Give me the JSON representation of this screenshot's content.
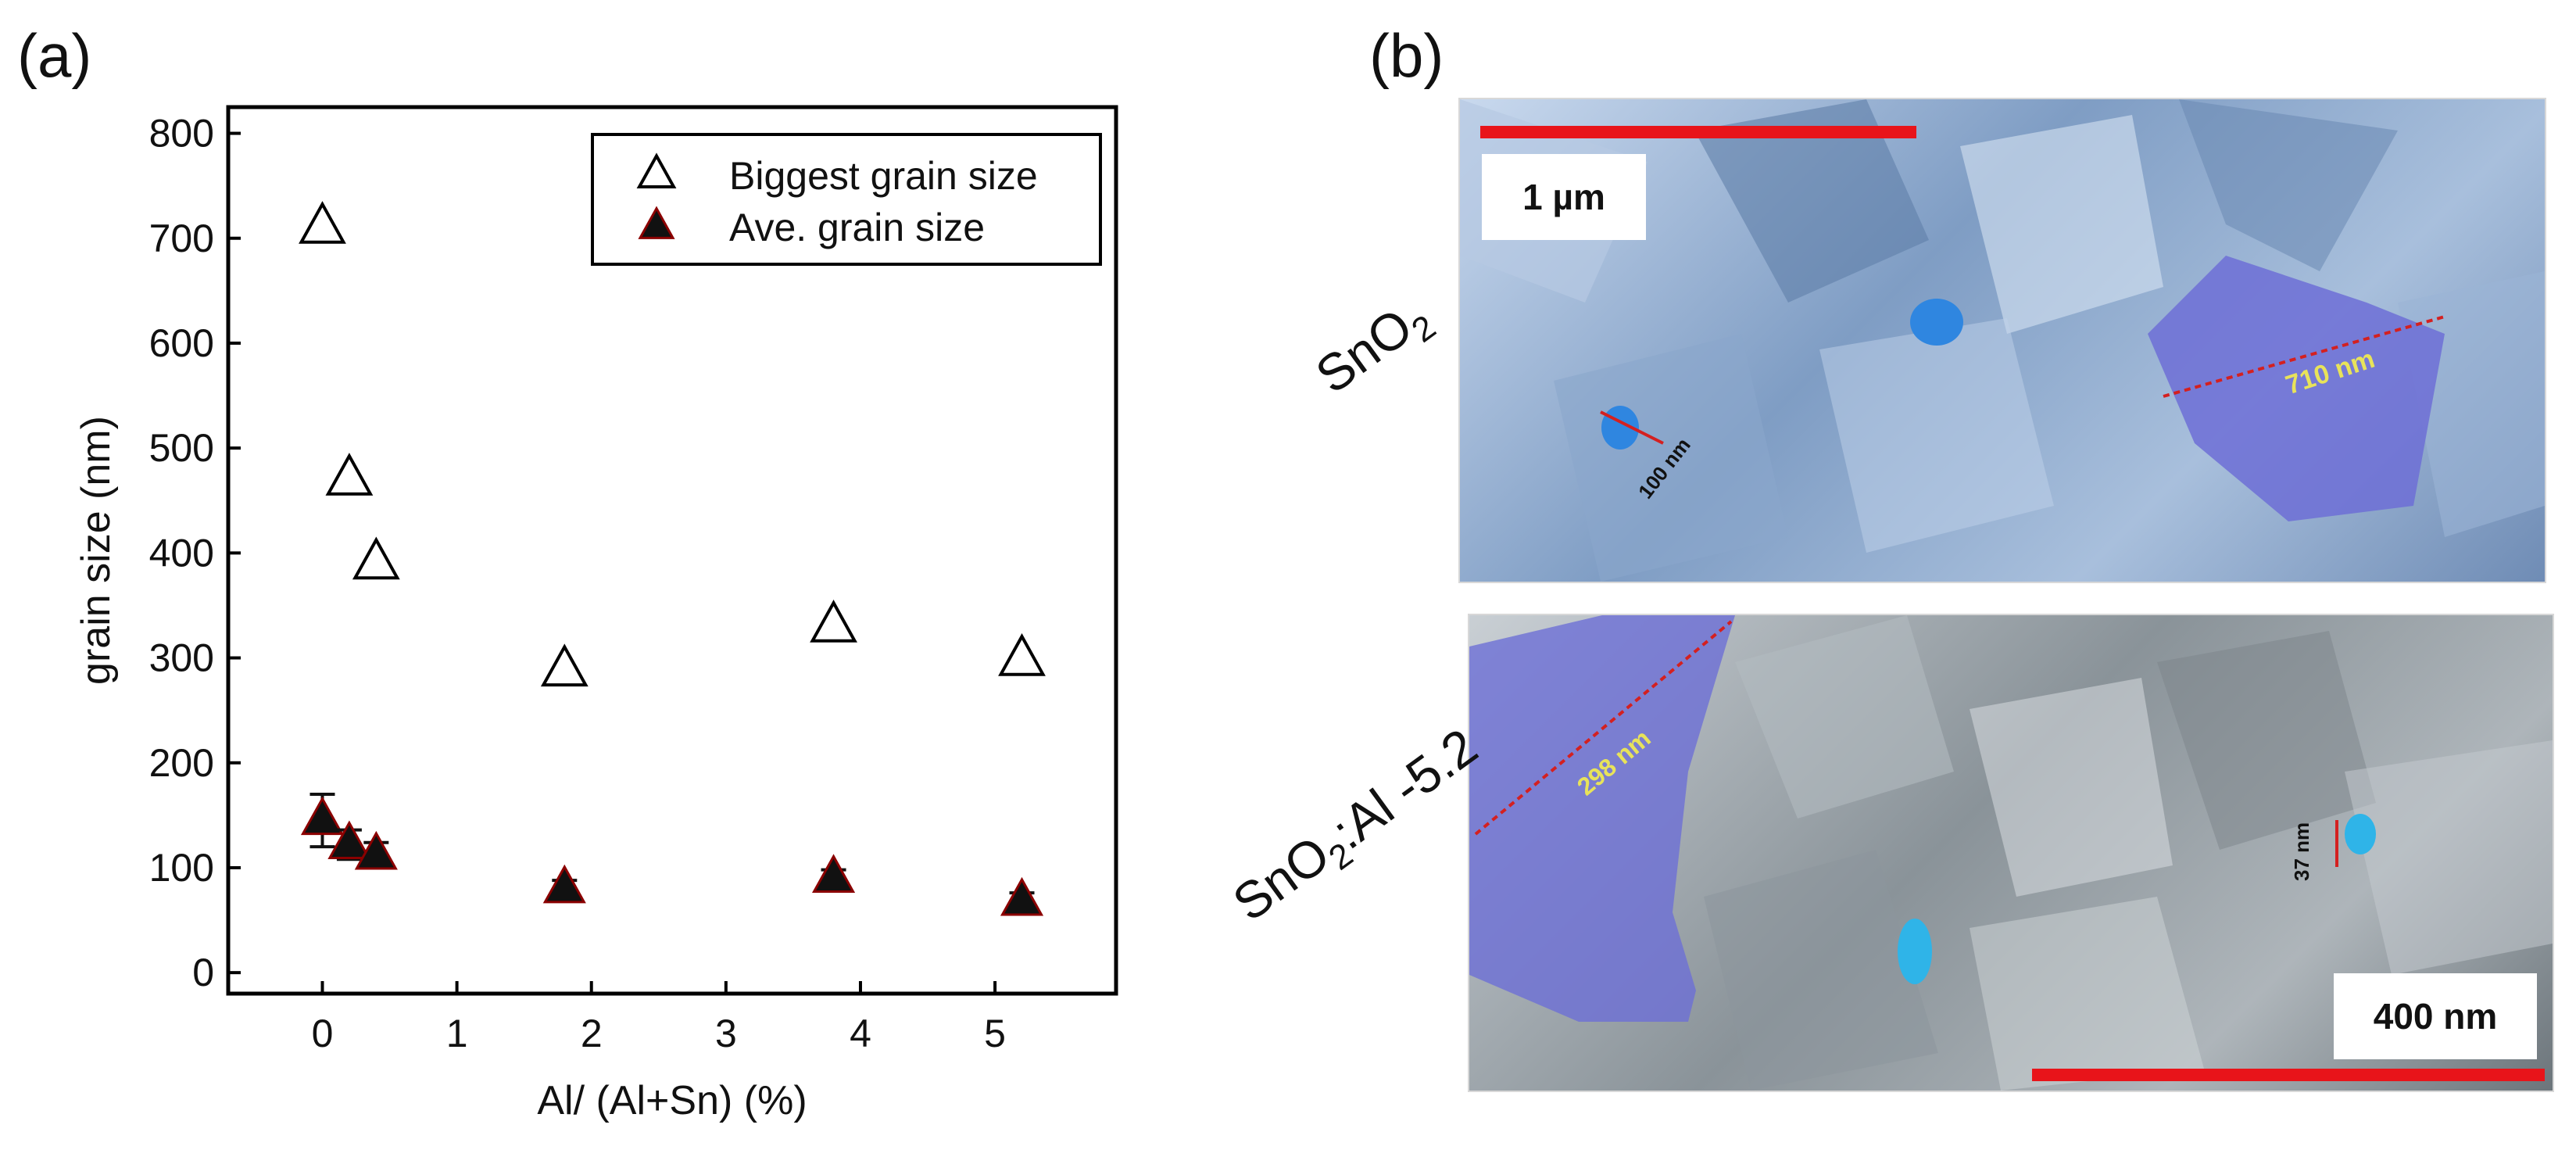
{
  "panel_a_label": "(a)",
  "panel_b_label": "(b)",
  "colors": {
    "axis": "#000000",
    "marker_open_edge": "#000000",
    "marker_filled": "#111111",
    "marker_filled_edge": "#8b0000",
    "scalebar": "#e8141a",
    "measure_arrow": "#d42020",
    "measure_text": "#e8e35a",
    "grain_highlight_violet": "#6d6fd6",
    "grain_highlight_blue": "#2f86e0"
  },
  "chart_data": {
    "type": "scatter",
    "xlabel": "Al/ (Al+Sn) (%)",
    "ylabel": "grain size (nm)",
    "xlim": [
      -0.7,
      5.9
    ],
    "ylim": [
      -20,
      825
    ],
    "xticks": [
      0,
      1,
      2,
      3,
      4,
      5
    ],
    "yticks": [
      0,
      100,
      200,
      300,
      400,
      500,
      600,
      700,
      800
    ],
    "grid": false,
    "legend_position": "top-right",
    "series": [
      {
        "name": "Biggest grain size",
        "marker": "open-triangle",
        "x": [
          0,
          0.2,
          0.4,
          1.8,
          3.8,
          5.2
        ],
        "y": [
          710,
          470,
          390,
          288,
          330,
          298
        ]
      },
      {
        "name": "Ave. grain size",
        "marker": "filled-triangle",
        "x": [
          0,
          0.2,
          0.4,
          1.8,
          3.8,
          5.2
        ],
        "y": [
          145,
          122,
          112,
          80,
          90,
          68
        ],
        "yerr": [
          25,
          14,
          12,
          8,
          8,
          8
        ]
      }
    ]
  },
  "sem": {
    "top": {
      "sample_label_main": "SnO",
      "sample_label_sub": "2",
      "scale_label": "1 µm",
      "measure_big": "710 nm",
      "measure_small": "100 nm"
    },
    "bottom": {
      "sample_label_main": "SnO",
      "sample_label_sub": "2",
      "sample_label_rest": ":Al -5.2",
      "scale_label": "400 nm",
      "measure_big": "298 nm",
      "measure_small": "37 nm"
    }
  }
}
